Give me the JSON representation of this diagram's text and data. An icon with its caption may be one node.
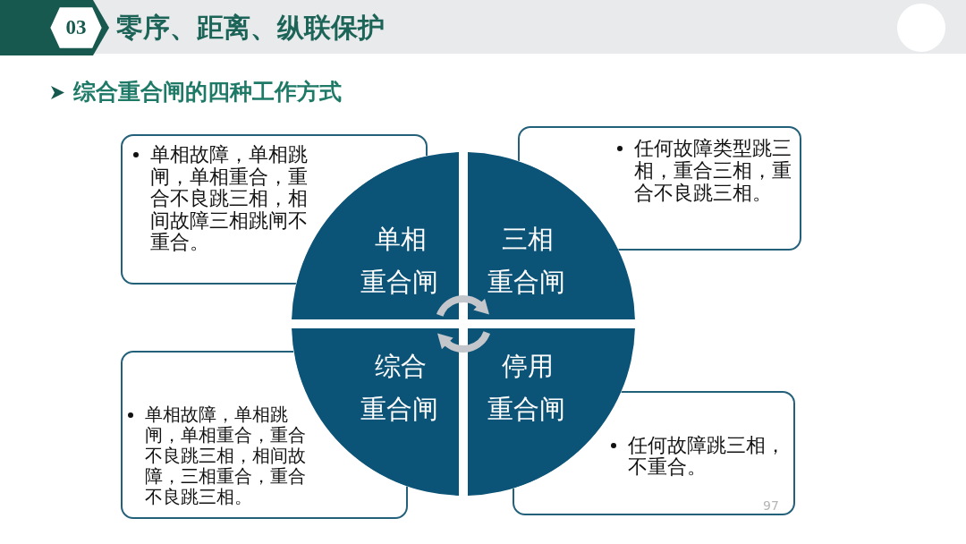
{
  "diagram": {
    "title": "零序、距离、纵联保护",
    "nodes": [
      {
        "text": [
          "03"
        ]
      },
      {
        "text": [
          "单相重合闸"
        ]
      },
      {
        "text": [
          "三相重合闸"
        ]
      },
      {
        "text": [
          "综合重合闸"
        ]
      },
      {
        "text": [
          "停用重合闸"
        ]
      },
      {
        "text": [
          "单相故障，单相跳闸，单相重合，重合不良跳三相，相间故障三相跳闸不重合。"
        ]
      },
      {
        "text": [
          "任何故障类型跳三相，重合三相，重合不良跳三相。"
        ]
      },
      {
        "text": [
          "单相故障，单相跳闸，单相重合，重合不良跳三相，相间故障，三相重合，重合不良跳三相。"
        ]
      },
      {
        "text": [
          "任何故障跳三相，不重合。"
        ]
      }
    ],
    "edges": [
      {
        "from": 1,
        "to": 2,
        "arrow": "to"
      },
      {
        "from": 4,
        "to": 3,
        "arrow": "to"
      }
    ],
    "labels": [
      "综合重合闸的四种工作方式",
      "97"
    ]
  }
}
